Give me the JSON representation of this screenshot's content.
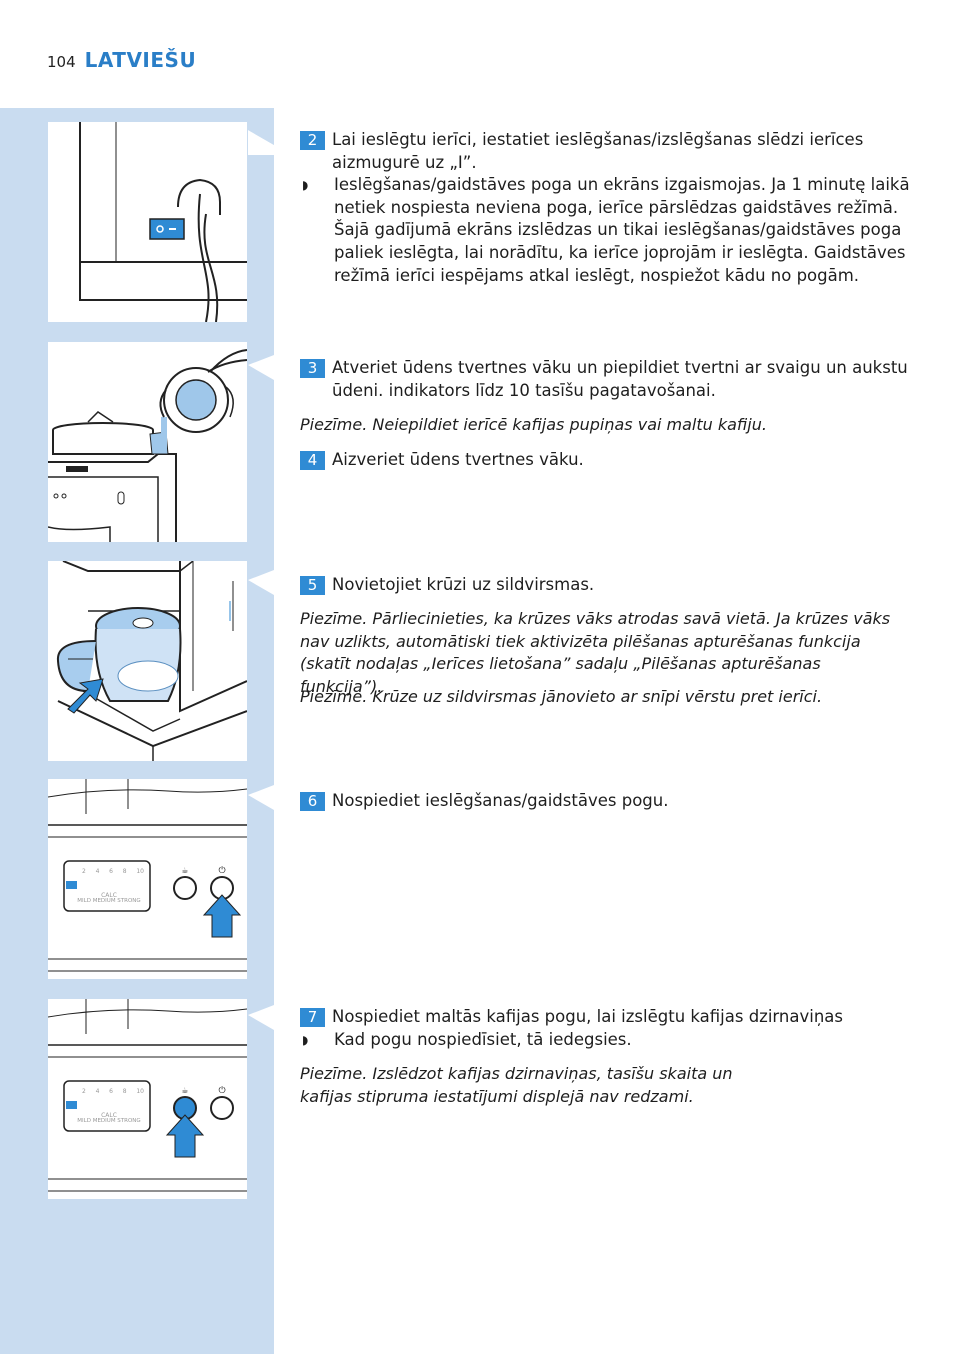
{
  "header": {
    "page_number": "104",
    "language": "LATVIEŠU"
  },
  "colors": {
    "sidebar": "#c9dcf0",
    "accent": "#2f8bd4",
    "heading": "#2a7ec7"
  },
  "steps": {
    "s2": {
      "num": "2",
      "text": "Lai ieslēgtu ierīci, iestatiet ieslēgšanas/izslēgšanas slēdzi ierīces aizmugurē uz „I”.",
      "bullet": "Ieslēgšanas/gaidstāves poga un ekrāns izgaismojas. Ja 1 minutę laikā netiek nospiesta neviena poga, ierīce pārslēdzas gaidstāves režīmā. Šajā gadījumā ekrāns izslēdzas un tikai ieslēgšanas/gaidstāves poga paliek ieslēgta, lai norādītu, ka ierīce joprojām ir ieslēgta. Gaidstāves režīmā ierīci iespējams atkal ieslēgt, nospiežot kādu no pogām."
    },
    "s3": {
      "num": "3",
      "text": "Atveriet ūdens tvertnes vāku un piepildiet tvertni ar svaigu un aukstu ūdeni. indikators līdz 10 tasīšu pagatavošanai.",
      "note": "Piezīme. Neiepildiet ierīcē kafijas pupiņas vai maltu kafiju."
    },
    "s4": {
      "num": "4",
      "text": "Aizveriet ūdens tvertnes vāku."
    },
    "s5": {
      "num": "5",
      "text": "Novietojiet krūzi uz sildvirsmas.",
      "note1": "Piezīme. Pārliecinieties, ka krūzes vāks atrodas savā vietā. Ja krūzes vāks nav uzlikts, automātiski tiek aktivizēta pilēšanas apturēšanas funkcija (skatīt nodaļas „Ierīces lietošana” sadaļu „Pilēšanas apturēšanas funkcija”).",
      "note2": "Piezīme. Krūze uz sildvirsmas jānovieto ar snīpi vērstu pret ierīci."
    },
    "s6": {
      "num": "6",
      "text": "Nospiediet ieslēgšanas/gaidstāves pogu."
    },
    "s7": {
      "num": "7",
      "text": "Nospiediet maltās kafijas pogu, lai izslēgtu kafijas dzirnaviņas",
      "bullet": "Kad pogu nospiedīsiet, tā iedegsies.",
      "note": "Piezīme. Izslēdzot kafijas dzirnaviņas, tasīšu skaita un kafijas stipruma iestatījumi displejā nav redzami."
    }
  },
  "panel": {
    "ticks": [
      "2",
      "4",
      "6",
      "8",
      "10"
    ],
    "calc": "CALC",
    "strength": "MILD MEDIUM STRONG"
  },
  "icons": {
    "bullet": "bullet-icon",
    "power": "power-icon",
    "grind": "grinder-icon",
    "arrow": "arrow-up-icon"
  }
}
